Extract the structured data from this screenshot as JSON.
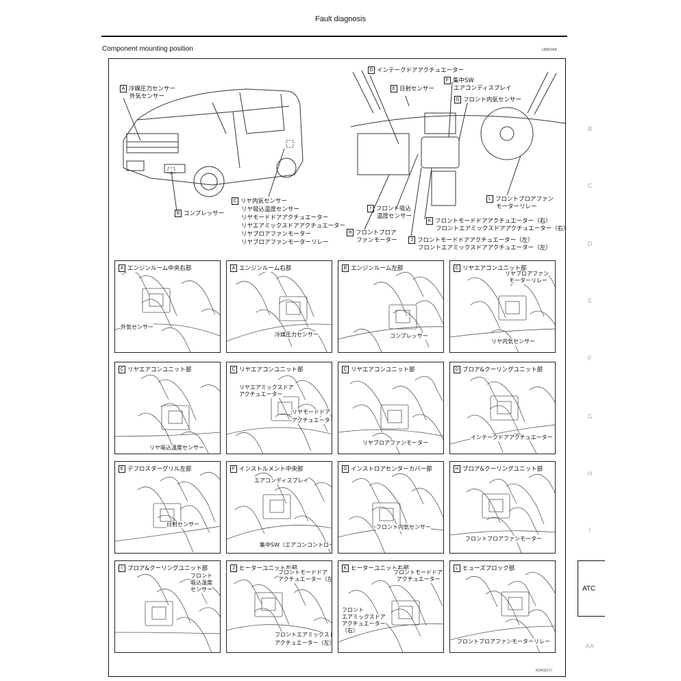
{
  "header": {
    "title": "Fault diagnosis",
    "subtitle": "Component mounting position",
    "figure_code_top": "JJ8002AR",
    "figure_code_bottom": "RJIA1117J"
  },
  "overview": {
    "vehicle": [
      {
        "letter": "A",
        "lines": [
          "冷媒圧力センサー",
          "外気センサー"
        ]
      },
      {
        "letter": "B",
        "lines": [
          "コンプレッサー"
        ]
      },
      {
        "letter": "C",
        "lines": [
          "リヤ内気センサー",
          "リヤ吸込温度センサー",
          "リヤモードドアアクチュエーター",
          "リヤエアミックスドアアクチュエーター",
          "リヤブロアファンモーター",
          "リヤブロアファンモーターリレー"
        ]
      }
    ],
    "dash": [
      {
        "letter": "D",
        "lines": [
          "インテークドアアクチュエーター"
        ]
      },
      {
        "letter": "E",
        "lines": [
          "日射センサー"
        ]
      },
      {
        "letter": "F",
        "lines": [
          "集中SW",
          "エアコンディスプレイ"
        ]
      },
      {
        "letter": "G",
        "lines": [
          "フロント内気センサー"
        ]
      },
      {
        "letter": "L",
        "lines": [
          "フロントブロアファン",
          "モーターリレー"
        ]
      },
      {
        "letter": "I",
        "lines": [
          "フロント吸込",
          "温度センサー"
        ]
      },
      {
        "letter": "K",
        "lines": [
          "フロントモードドアアクチュエーター（右）",
          "フロントエアミックスドアアクチュエーター（右）"
        ]
      },
      {
        "letter": "H",
        "lines": [
          "フロントブロア",
          "ファンモーター"
        ]
      },
      {
        "letter": "J",
        "lines": [
          "フロントモードドアアクチュエーター（左）",
          "フロントエアミックスドアアクチュエーター（左）"
        ]
      }
    ]
  },
  "panels": [
    {
      "letter": "A",
      "title": "エンジンルーム中央右部",
      "callouts": [
        "外気センサー"
      ]
    },
    {
      "letter": "A",
      "title": "エンジンルーム右部",
      "callouts": [
        "冷媒圧力センサー"
      ]
    },
    {
      "letter": "B",
      "title": "エンジンルーム左部",
      "callouts": [
        "コンプレッサー"
      ]
    },
    {
      "letter": "C",
      "title": "リヤエアコンユニット部",
      "callouts": [
        "リヤブロアファン",
        "モーターリレー",
        "リヤ内気センサー"
      ]
    },
    {
      "letter": "C",
      "title": "リヤエアコンユニット部",
      "callouts": [
        "リヤ吸込温度センサー"
      ]
    },
    {
      "letter": "C",
      "title": "リヤエアコンユニット部",
      "callouts": [
        "リヤエアミックスドア",
        "アクチュエーター",
        "リヤモードドア",
        "アクチュエーター"
      ]
    },
    {
      "letter": "C",
      "title": "リヤエアコンユニット部",
      "callouts": [
        "リヤブロアファンモーター"
      ]
    },
    {
      "letter": "D",
      "title": "ブロア&クーリングユニット部",
      "callouts": [
        "インテークドアアクチュエーター"
      ]
    },
    {
      "letter": "E",
      "title": "デフロスターグリル左部",
      "callouts": [
        "日射センサー"
      ]
    },
    {
      "letter": "F",
      "title": "インストルメント中央部",
      "callouts": [
        "エアコンディスプレイ",
        "集中SW（エアコンコントローラー）"
      ]
    },
    {
      "letter": "G",
      "title": "インストロアセンターカバー部",
      "callouts": [
        "フロント内気センサー"
      ]
    },
    {
      "letter": "H",
      "title": "ブロア&クーリングユニット部",
      "callouts": [
        "フロントブロアファンモーター"
      ]
    },
    {
      "letter": "I",
      "title": "ブロア&クーリングユニット部",
      "callouts": [
        "フロント",
        "吸込温度",
        "センサー"
      ]
    },
    {
      "letter": "J",
      "title": "ヒーターユニット左部",
      "callouts": [
        "フロントモードドア",
        "アクチュエーター（左）",
        "フロントエアミックスドア",
        "アクチュエーター（左）"
      ]
    },
    {
      "letter": "K",
      "title": "ヒーターユニット右部",
      "callouts": [
        "フロントモードドア",
        "アクチュエーター（右）",
        "フロント",
        "エアミックスドア",
        "アクチュエーター",
        "（右）"
      ]
    },
    {
      "letter": "L",
      "title": "ヒューズブロック部",
      "callouts": [
        "フロントブロアファンモーターリレー"
      ]
    }
  ],
  "side_tabs": [
    "B",
    "C",
    "D",
    "E",
    "F",
    "G",
    "H",
    "I",
    "ATC",
    "KA"
  ]
}
